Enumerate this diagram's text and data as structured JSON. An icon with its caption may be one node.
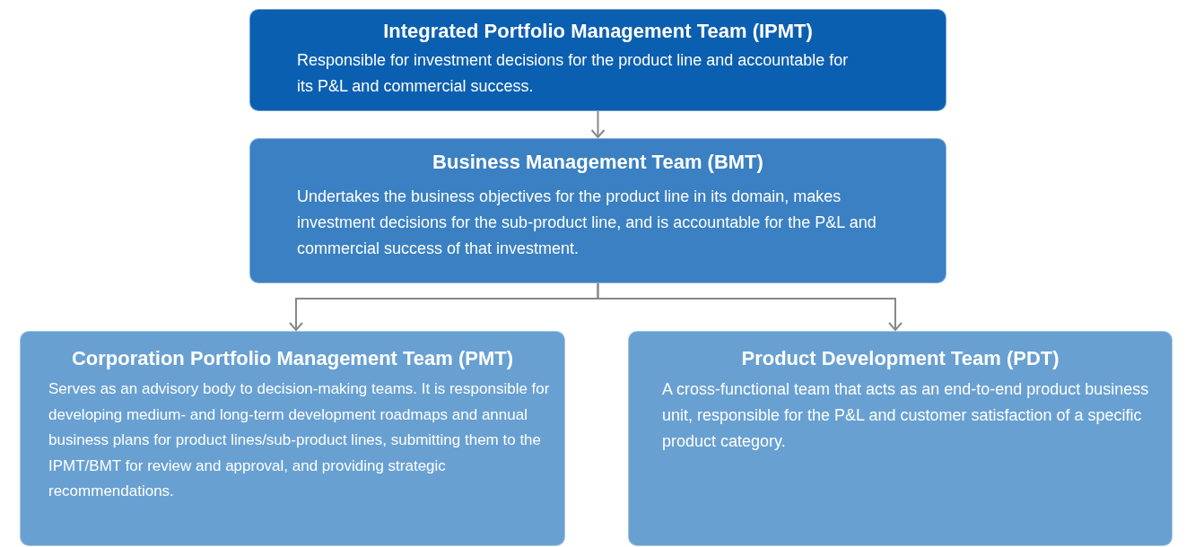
{
  "diagram": {
    "nodes": [
      {
        "text": [
          "Integrated Portfolio Management Team (IPMT)",
          "Responsible for investment decisions for the product line and accountable for its P&L and commercial success."
        ]
      },
      {
        "text": [
          "Business Management Team (BMT)",
          "Undertakes the business objectives for the product line in its domain, makes investment decisions for the sub-product line, and is accountable for the P&L and commercial success of that investment."
        ]
      },
      {
        "text": [
          "Corporation Portfolio Management Team (PMT)",
          "Serves as an advisory body to decision-making teams. It is responsible for developing medium- and long-term development roadmaps and annual business plans for product lines/sub-product lines, submitting them to the IPMT/BMT for review and approval, and providing strategic recommendations."
        ]
      },
      {
        "text": [
          "Product Development Team (PDT)",
          "A cross-functional team that acts as an end-to-end product business unit, responsible for the P&L and customer satisfaction of a specific product category."
        ]
      }
    ],
    "edges": [
      {
        "from": 0,
        "to": 1,
        "arrow": "to"
      },
      {
        "from": 1,
        "to": 2,
        "arrow": "to"
      },
      {
        "from": 1,
        "to": 3,
        "arrow": "to"
      }
    ]
  }
}
